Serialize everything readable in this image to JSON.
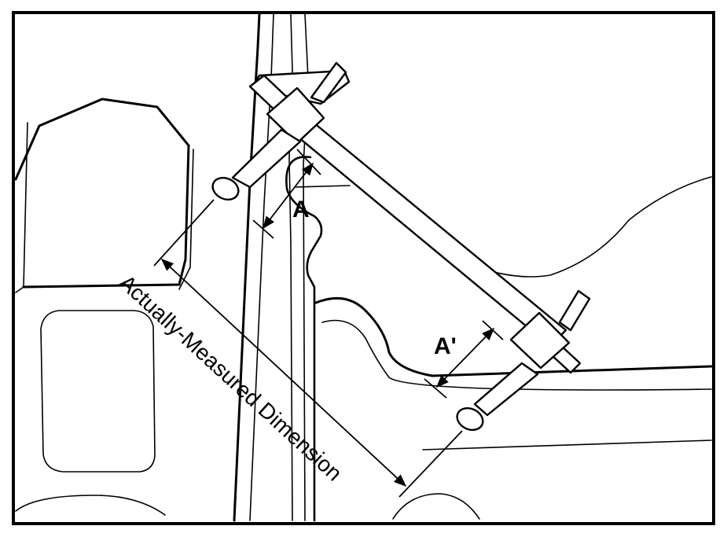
{
  "labels": {
    "dimension_a": "A",
    "dimension_a_prime": "A'",
    "actually_measured": "Actually-Measured Dimension"
  }
}
